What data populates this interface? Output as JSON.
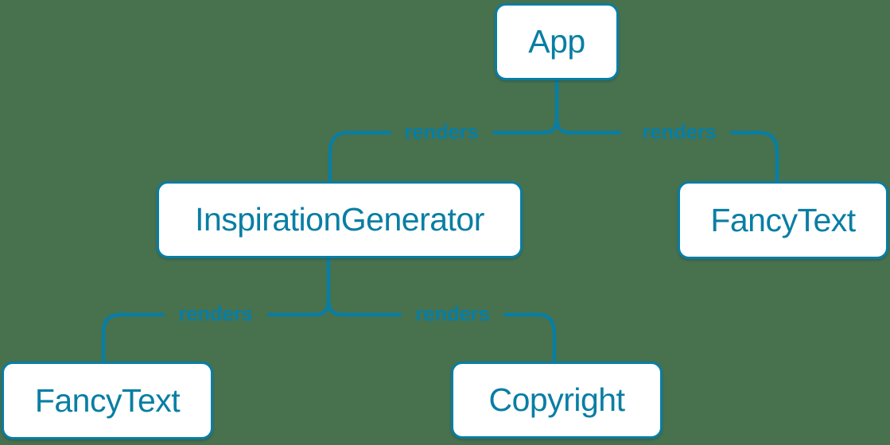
{
  "diagram": {
    "type": "component-render-tree",
    "background_color": "#48714d",
    "accent_color": "#087ea4",
    "node_fill_color": "#ffffff",
    "nodes": {
      "app": {
        "label": "App"
      },
      "inspiration_generator": {
        "label": "InspirationGenerator"
      },
      "fancy_text_top": {
        "label": "FancyText"
      },
      "fancy_text_bottom": {
        "label": "FancyText"
      },
      "copyright": {
        "label": "Copyright"
      }
    },
    "edges": {
      "app_to_inspiration_generator": {
        "from": "App",
        "to": "InspirationGenerator",
        "label": "renders"
      },
      "app_to_fancy_text": {
        "from": "App",
        "to": "FancyText",
        "label": "renders"
      },
      "inspiration_generator_to_fancy_text": {
        "from": "InspirationGenerator",
        "to": "FancyText",
        "label": "renders"
      },
      "inspiration_generator_to_copyright": {
        "from": "InspirationGenerator",
        "to": "Copyright",
        "label": "renders"
      }
    }
  }
}
